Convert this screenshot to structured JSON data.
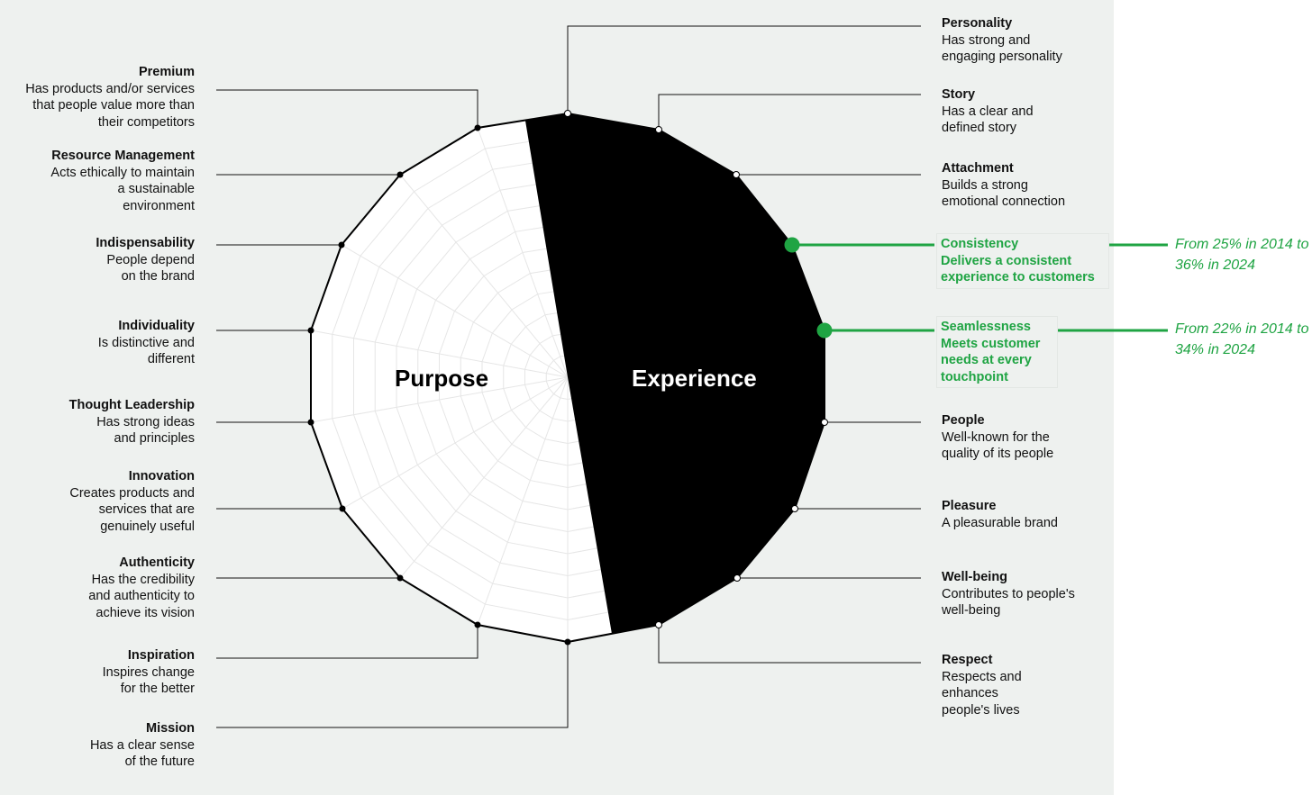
{
  "sections": {
    "purpose": "Purpose",
    "experience": "Experience"
  },
  "attributes_left": [
    {
      "title": "Premium",
      "desc": "Has products and/or services that people value more than their competitors"
    },
    {
      "title": "Resource Management",
      "desc": "Acts ethically to maintain a sustainable environment"
    },
    {
      "title": "Indispensability",
      "desc": "People depend on the brand"
    },
    {
      "title": "Individuality",
      "desc": "Is distinctive and different"
    },
    {
      "title": "Thought Leadership",
      "desc": "Has strong ideas and principles"
    },
    {
      "title": "Innovation",
      "desc": "Creates products and services that are genuinely useful"
    },
    {
      "title": "Authenticity",
      "desc": "Has the credibility and authenticity to achieve its vision"
    },
    {
      "title": "Inspiration",
      "desc": "Inspires change for the better"
    },
    {
      "title": "Mission",
      "desc": "Has a clear sense of the future"
    }
  ],
  "attributes_right": [
    {
      "title": "Personality",
      "desc": "Has strong and engaging personality"
    },
    {
      "title": "Story",
      "desc": "Has a clear and defined story"
    },
    {
      "title": "Attachment",
      "desc": "Builds a strong emotional connection"
    },
    {
      "title": "Consistency",
      "desc": "Delivers a consistent experience to customers",
      "highlight": true
    },
    {
      "title": "Seamlessness",
      "desc": "Meets customer needs at every touchpoint",
      "highlight": true
    },
    {
      "title": "People",
      "desc": "Well-known for the quality of its people"
    },
    {
      "title": "Pleasure",
      "desc": "A pleasurable brand"
    },
    {
      "title": "Well-being",
      "desc": "Contributes to people's well-being"
    },
    {
      "title": "Respect",
      "desc": "Respects and enhances people's lives"
    }
  ],
  "annotations": {
    "consistency": "From 25% in 2014 to 36% in 2024",
    "seamlessness": "From 22% in 2014 to 34% in 2024"
  },
  "colors": {
    "background_panel": "#eef1ef",
    "experience_fill": "#000000",
    "purpose_fill": "#ffffff",
    "highlight": "#1fa443",
    "text": "#111111"
  }
}
